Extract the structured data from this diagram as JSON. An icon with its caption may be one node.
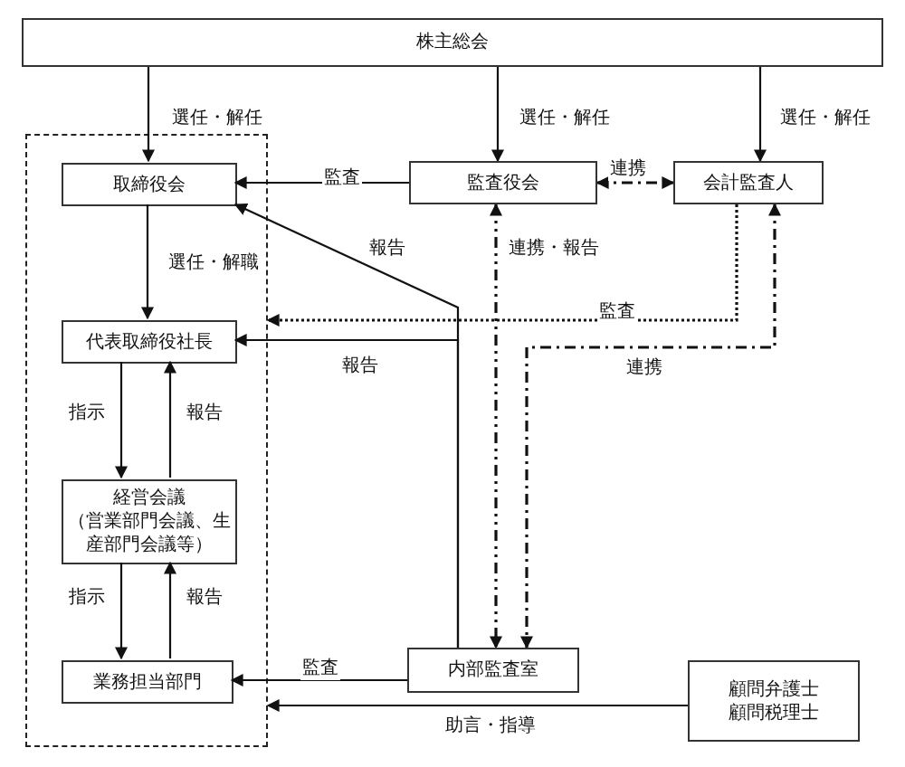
{
  "diagram": {
    "nodes": [
      {
        "text": [
          "株主総会"
        ]
      },
      {
        "text": [],
        "shape": "box"
      },
      {
        "text": [
          "取締役会"
        ],
        "in": 1
      },
      {
        "text": [
          "監査役会"
        ]
      },
      {
        "text": [
          "会計監査人"
        ]
      },
      {
        "text": [
          "代表取締役社長"
        ],
        "in": 1
      },
      {
        "text": [
          "経営会議",
          "（営業部門会議、生産部門会議等）"
        ],
        "in": 1
      },
      {
        "text": [
          "業務担当部門"
        ],
        "in": 1
      },
      {
        "text": [
          "内部監査室"
        ]
      },
      {
        "text": [
          "顧問弁護士",
          "顧問税理士"
        ]
      }
    ],
    "edges": [
      {
        "from": 0,
        "to": 2,
        "arrow": "to",
        "label": "選任・解任"
      },
      {
        "from": 0,
        "to": 3,
        "arrow": "to",
        "label": "選任・解任"
      },
      {
        "from": 0,
        "to": 4,
        "arrow": "to",
        "label": "選任・解任"
      },
      {
        "from": 3,
        "to": 2,
        "arrow": "to",
        "label": "監査"
      },
      {
        "from": 3,
        "to": 4,
        "arrow": "both",
        "label": "連携",
        "style": "dashed"
      },
      {
        "from": 2,
        "to": 5,
        "arrow": "to",
        "label": "選任・解職"
      },
      {
        "from": 8,
        "to": 2,
        "arrow": "to",
        "label": "報告"
      },
      {
        "from": 8,
        "to": 5,
        "arrow": "to",
        "label": "報告"
      },
      {
        "from": 4,
        "to": 1,
        "arrow": "to",
        "label": "監査",
        "style": "dashed"
      },
      {
        "from": 3,
        "to": 8,
        "arrow": "both",
        "label": "連携・報告",
        "style": "dashed"
      },
      {
        "from": 4,
        "to": 8,
        "arrow": "both",
        "label": "連携",
        "style": "dashed"
      },
      {
        "from": 5,
        "to": 6,
        "arrow": "to",
        "label": "指示"
      },
      {
        "from": 6,
        "to": 5,
        "arrow": "to",
        "label": "報告"
      },
      {
        "from": 6,
        "to": 7,
        "arrow": "to",
        "label": "指示"
      },
      {
        "from": 7,
        "to": 6,
        "arrow": "to",
        "label": "報告"
      },
      {
        "from": 8,
        "to": 7,
        "arrow": "to",
        "label": "監査"
      },
      {
        "from": 9,
        "to": 1,
        "arrow": "to",
        "label": "助言・指導"
      }
    ]
  }
}
